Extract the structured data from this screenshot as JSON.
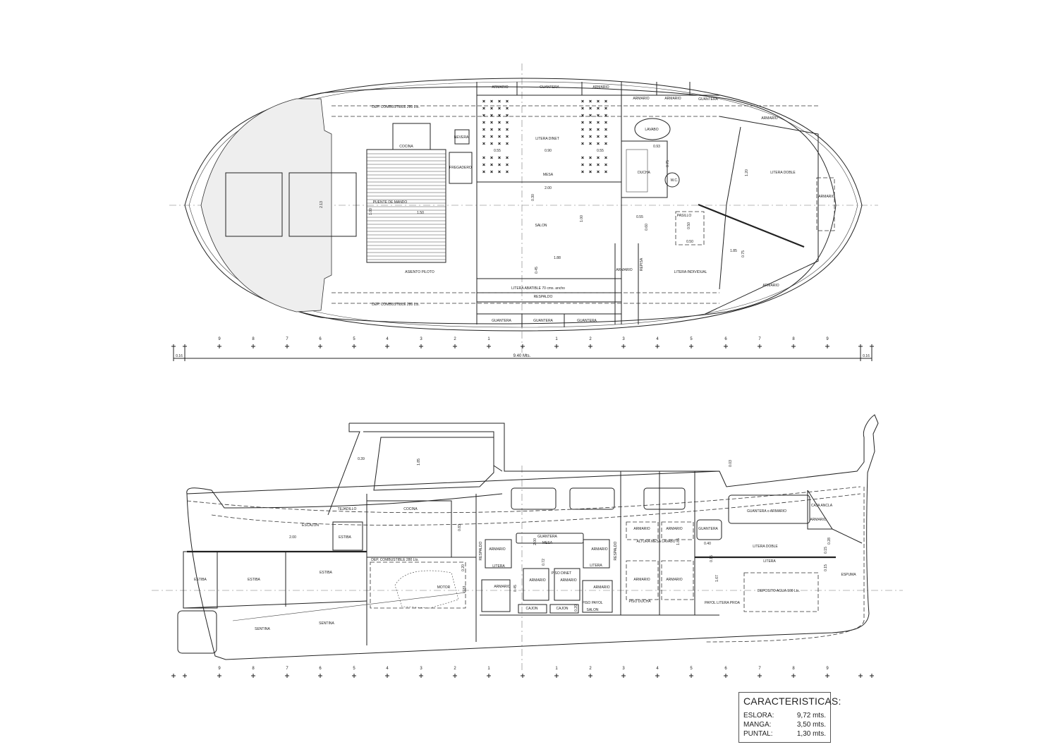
{
  "plan_labels": [
    "ARMARIO",
    "GUANTERA",
    "ARMARIO",
    "ARMARIO",
    "ARMARIO",
    "GUANTERA",
    "ARMARIO",
    "DEP. COMBUSTIBLE 280 Lts.",
    "DEP. COMBUSTIBLE 280 Lts.",
    "NEVERA",
    "COCINA",
    "FREGADERO",
    "LITERA DINET",
    "MESA",
    "LAVABO",
    "DUCHA",
    "W.C.",
    "LITERA DOBLE",
    "ARMARIO",
    "PUENTE DE MANDO",
    "SALON",
    "PASILLO",
    "ARMARIO",
    "REPISA",
    "LITERA INDIVIDUAL",
    "ARMARIO",
    "ASIENTO PILOTO",
    "LITERA ABATIBLE 70 cms. ancho",
    "RESPALDO",
    "GUANTERA",
    "GUANTERA",
    "GUANTERA"
  ],
  "plan_dims": [
    "0.55",
    "0.90",
    "0.55",
    "2.00",
    "0.30",
    "1.00",
    "0.93",
    "0.75",
    "0.55",
    "0.60",
    "0.50",
    "0.50",
    "1.85",
    "1.20",
    "0.75",
    "1.88",
    "0.45",
    "2.13",
    "1.50",
    "1.00"
  ],
  "profile_labels": [
    "TEJADILLO",
    "ESCALON",
    "ESTIBA",
    "COCINA",
    "DEP. COMBUSTIBLE 280 Lts.",
    "MOTOR",
    "ESTIBA",
    "ESTIBA",
    "ESTIBA",
    "SENTINA",
    "SENTINA",
    "RESPALDO",
    "ARMARIO",
    "GUANTERA",
    "MESA",
    "LITERA",
    "ARMARIO",
    "ARMARIO",
    "ARMARIO",
    "PISO DINET",
    "CAJON",
    "CAJON",
    "ARMARIO",
    "LITERA",
    "ARMARIO",
    "PISO PAYOL",
    "SALON",
    "RESPALDO",
    "ARMARIO",
    "ARMARIO",
    "ALTURA MESA  LAVABO",
    "ARMARIO",
    "ARMARIO",
    "PISO DUCHA",
    "GUANTERA",
    "GUANTERA o ARMARIO",
    "CAJA ANCLA",
    "ARMARIO",
    "LITERA DOBLE",
    "LITERA",
    "ESPUMA",
    "DEPOSITO AGUA 100 Lts.",
    "PAYOL LITERA PROA"
  ],
  "profile_dims": [
    "0.39",
    "1.85",
    "0.83",
    "2.00",
    "0.81",
    "2.00",
    "0.72",
    "0.45",
    "0.20",
    "1.85",
    "0.40",
    "1.67",
    "0.28",
    "0.15",
    "0.15",
    "0.03",
    "0.15",
    "0.20"
  ],
  "stations": [
    "9",
    "8",
    "7",
    "6",
    "5",
    "4",
    "3",
    "2",
    "1",
    "1",
    "2",
    "3",
    "4",
    "5",
    "6",
    "7",
    "8",
    "9"
  ],
  "overall_length": "9.40 Mts.",
  "end_offsets": [
    "0.16",
    "0.16"
  ],
  "specs": {
    "title": "CARACTERISTICAS:",
    "rows": [
      {
        "label": "ESLORA:",
        "value": "9,72  mts."
      },
      {
        "label": "MANGA:",
        "value": "3,50  mts."
      },
      {
        "label": "PUNTAL:",
        "value": "1,30  mts."
      }
    ]
  }
}
